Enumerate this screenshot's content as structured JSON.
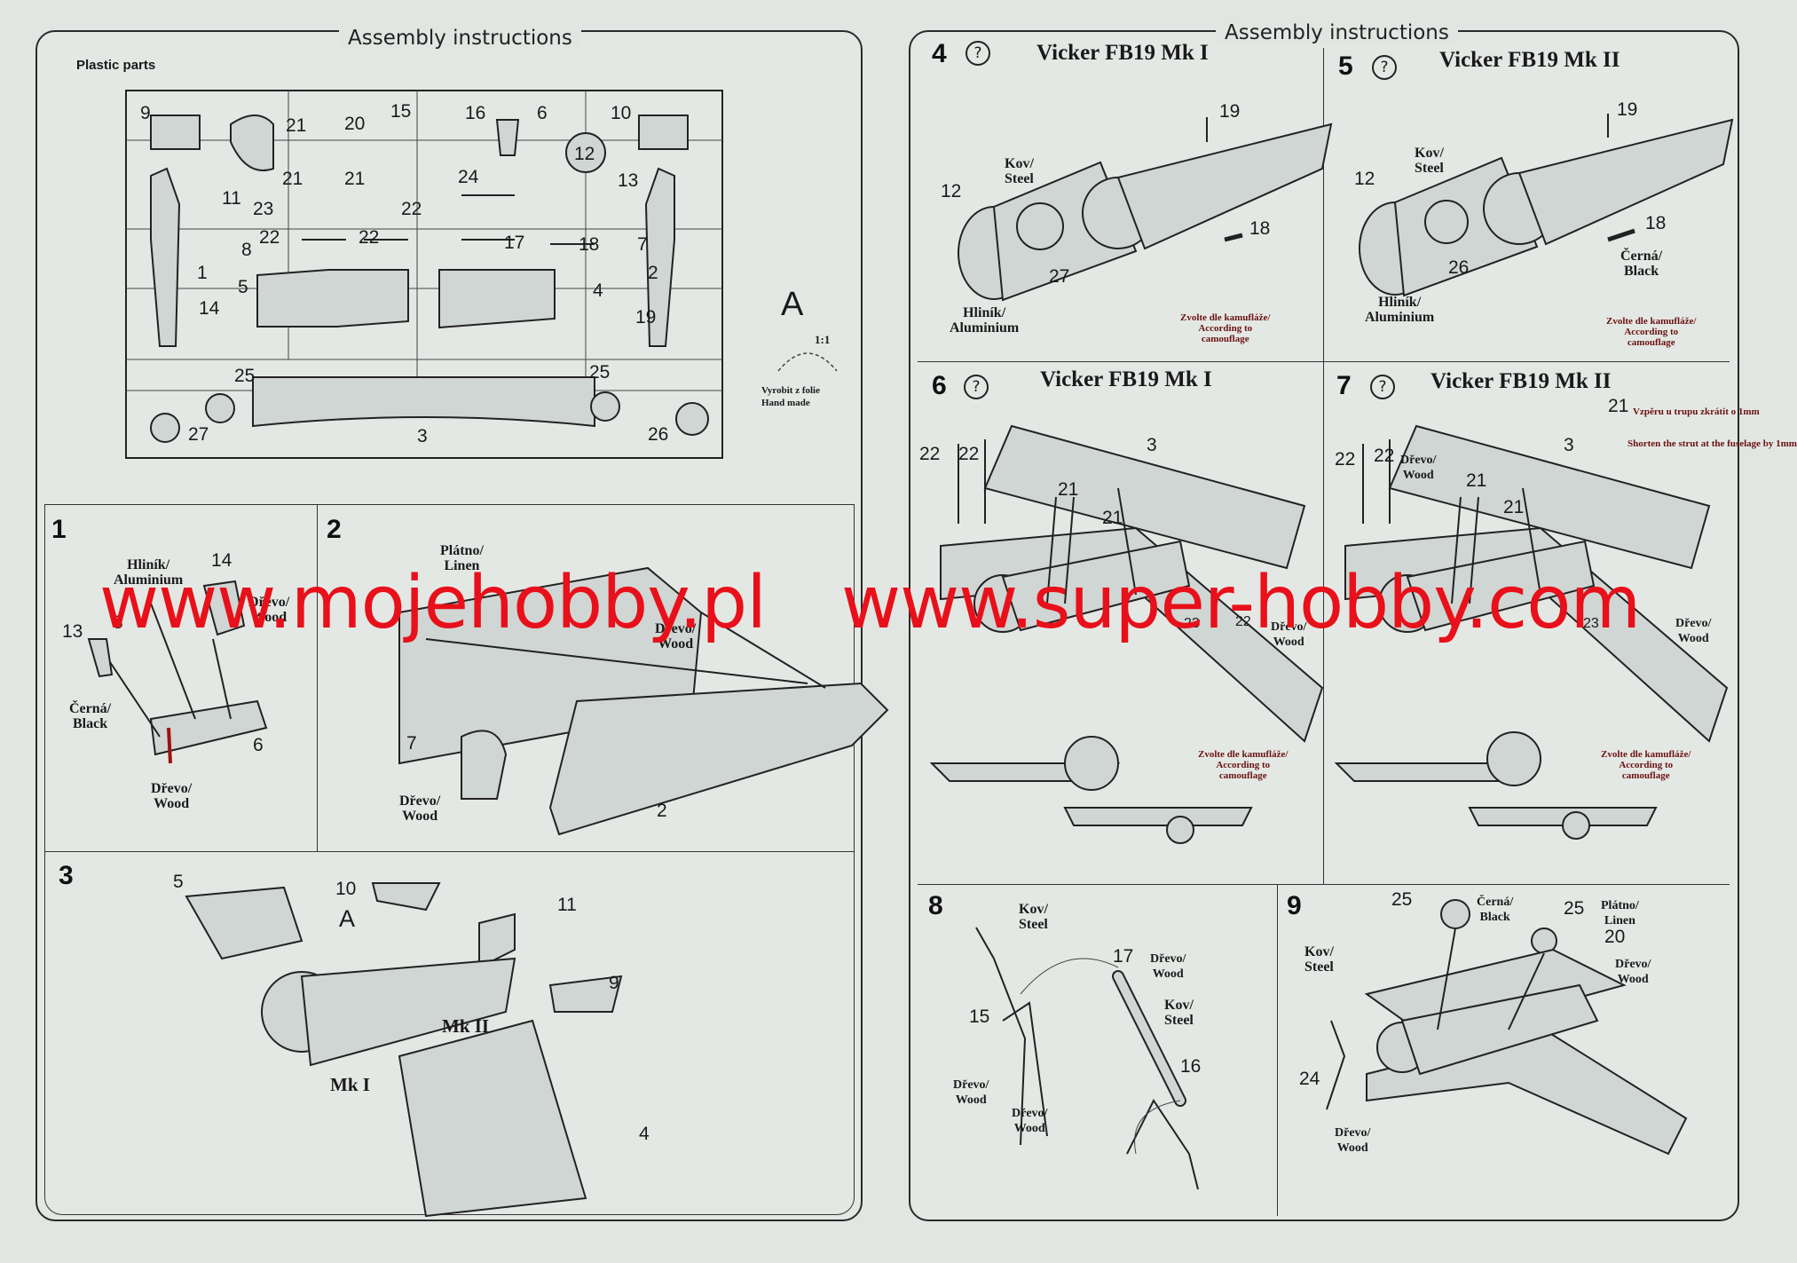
{
  "left_sheet": {
    "header": "Assembly instructions",
    "plastic_parts_label": "Plastic parts",
    "part_numbers": [
      "9",
      "21",
      "20",
      "15",
      "16",
      "6",
      "10",
      "12",
      "11",
      "21",
      "21",
      "24",
      "13",
      "23",
      "22",
      "22",
      "22",
      "17",
      "18",
      "7",
      "8",
      "1",
      "5",
      "4",
      "2",
      "14",
      "19",
      "25",
      "25",
      "3",
      "27",
      "26"
    ],
    "film_part": {
      "letter": "A",
      "scale": "1:1",
      "note_cz": "Vyrobit z folie",
      "note_en": "Hand made"
    }
  },
  "right_sheet": {
    "header": "Assembly instructions"
  },
  "steps": {
    "s1": {
      "num": "1",
      "labels": {
        "hlinik": "Hliník/\nAluminium",
        "p14": "14",
        "p8": "8",
        "drevo_top": "Dřevo/\nWood",
        "p13": "13",
        "cerna": "Černá/\nBlack",
        "p6": "6",
        "drevo_bottom": "Dřevo/\nWood"
      }
    },
    "s2": {
      "num": "2",
      "labels": {
        "platno": "Plátno/\nLinen",
        "drevo_right": "Dřevo/\nWood",
        "p7": "7",
        "drevo_left": "Dřevo/\nWood",
        "p2": "2"
      }
    },
    "s3": {
      "num": "3",
      "labels": {
        "p5": "5",
        "p10": "10",
        "pA": "A",
        "p11": "11",
        "p9": "9",
        "mk2": "Mk II",
        "mk1": "Mk I",
        "p4": "4"
      }
    },
    "s4": {
      "num": "4",
      "title": "Vicker FB19 Mk I",
      "labels": {
        "p19": "19",
        "kov": "Kov/\nSteel",
        "p12": "12",
        "p18": "18",
        "p27": "27",
        "hlinik": "Hliník/\nAluminium",
        "note": "Zvolte dle kamufláže/\nAccording to\ncamouflage"
      }
    },
    "s5": {
      "num": "5",
      "title": "Vicker FB19 Mk II",
      "labels": {
        "p19": "19",
        "kov": "Kov/\nSteel",
        "p12": "12",
        "p18": "18",
        "cerna": "Černá/\nBlack",
        "p26": "26",
        "hlinik": "Hliník/\nAluminium",
        "note": "Zvolte dle kamufláže/\nAccording to\ncamouflage"
      }
    },
    "s6": {
      "num": "6",
      "title": "Vicker FB19 Mk I",
      "labels": {
        "p22a": "22",
        "p22b": "22",
        "p3": "3",
        "p21a": "21",
        "p21b": "21",
        "p23": "23",
        "p22c": "22",
        "drevo": "Dřevo/\nWood",
        "note": "Zvolte dle kamufláže/\nAccording to\ncamouflage"
      }
    },
    "s7": {
      "num": "7",
      "title": "Vicker FB19 Mk II",
      "labels": {
        "p22a": "22",
        "p22b": "22",
        "drevo_top": "Dřevo/\nWood",
        "p21box": "21",
        "strut_cz": "Vzpěru u trupu\nzkrátit o 1mm",
        "strut_en": "Shorten the strut at\nthe fuselage by 1mm",
        "p3": "3",
        "p21a": "21",
        "p21b": "21",
        "p23": "23",
        "drevo": "Dřevo/\nWood",
        "note": "Zvolte dle kamufláže/\nAccording to\ncamouflage"
      }
    },
    "s8": {
      "num": "8",
      "labels": {
        "kov_top": "Kov/\nSteel",
        "p17": "17",
        "drevo17": "Dřevo/\nWood",
        "p15": "15",
        "kov_mid": "Kov/\nSteel",
        "drevo15": "Dřevo/\nWood",
        "p16": "16",
        "drevo16": "Dřevo/\nWood"
      }
    },
    "s9": {
      "num": "9",
      "labels": {
        "p25a": "25",
        "cerna": "Černá/\nBlack",
        "p25b": "25",
        "platno": "Plátno/\nLinen",
        "p20": "20",
        "drevo20": "Dřevo/\nWood",
        "kov": "Kov/\nSteel",
        "p24": "24",
        "drevo24": "Dřevo/\nWood"
      }
    }
  },
  "watermark": {
    "left": "www.mojehobby.pl",
    "right": "www.super-hobby.com"
  }
}
